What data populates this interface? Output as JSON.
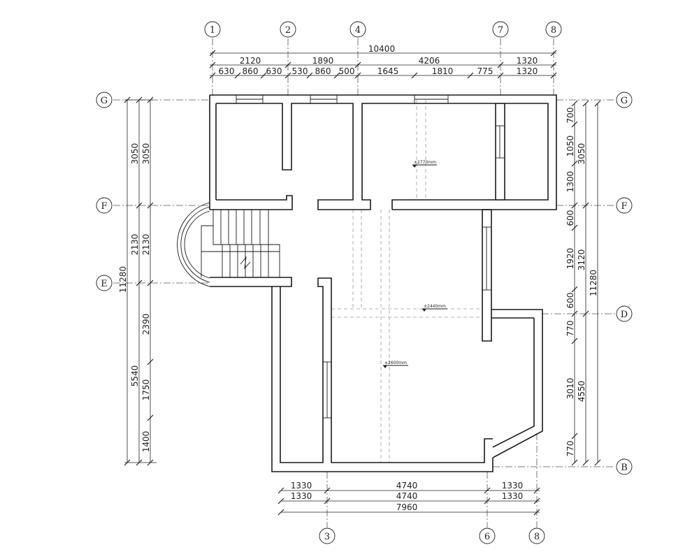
{
  "axes": {
    "top": [
      "1",
      "2",
      "4",
      "7",
      "8"
    ],
    "bottom": [
      "3",
      "6",
      "8"
    ],
    "left": [
      "G",
      "F",
      "E"
    ],
    "right": [
      "G",
      "F",
      "D",
      "B"
    ]
  },
  "dims": {
    "top_total": "10400",
    "top_row1": [
      "2120",
      "1890",
      "4206",
      "1320"
    ],
    "top_row2": [
      "630",
      "860",
      "630",
      "530",
      "860",
      "500",
      "1645",
      "1810",
      "775",
      "1320"
    ],
    "bottom_row1": [
      "1330",
      "4740",
      "1330"
    ],
    "bottom_row2": [
      "1330",
      "4740",
      "1330"
    ],
    "bottom_total": "7960",
    "left_total": "11280",
    "left_col1": [
      "3050",
      "2130",
      "5540"
    ],
    "left_col2": [
      "3050",
      "2130",
      "2390",
      "1750",
      "1400"
    ],
    "right_col_inner": [
      "700",
      "1050",
      "1300",
      "600",
      "1920",
      "600",
      "770",
      "3010",
      "770"
    ],
    "right_col_mid": [
      "3050",
      "3120",
      "4550"
    ],
    "right_total": "11280"
  },
  "elevations": [
    "±2770mm",
    "±2440mm",
    "±2600mm"
  ]
}
